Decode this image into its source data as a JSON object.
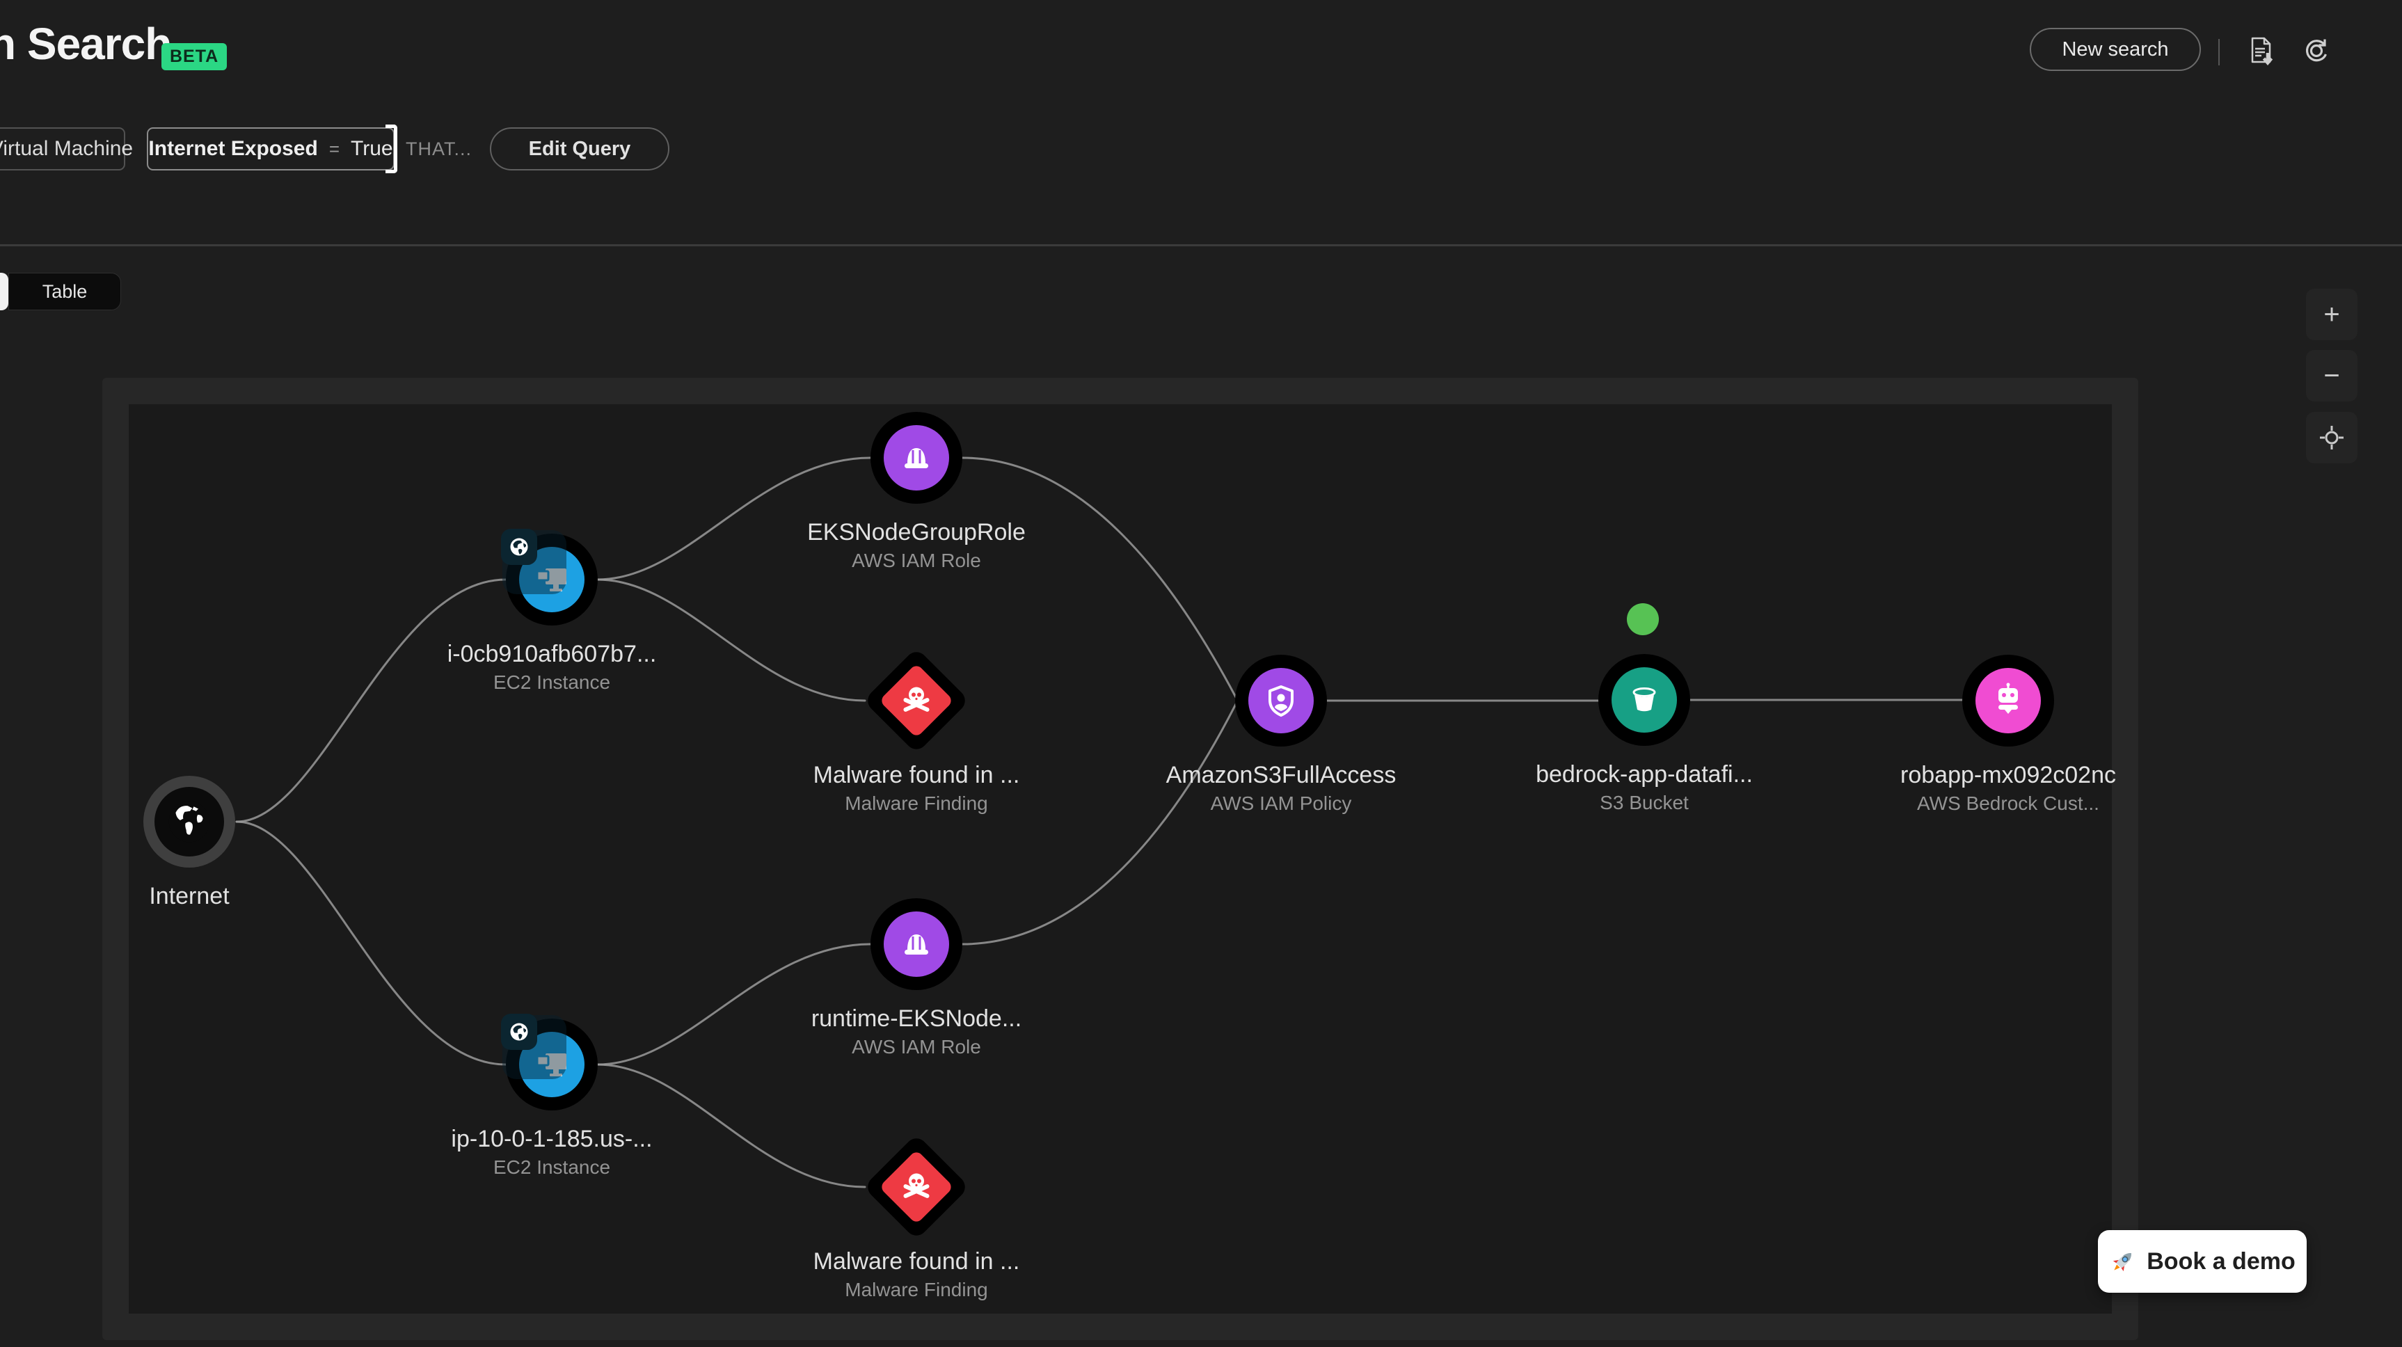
{
  "header": {
    "title_visible": "h Search",
    "beta_badge": "BETA",
    "new_search_label": "New search",
    "icons": [
      "document-export-icon",
      "refresh-icon"
    ]
  },
  "query_bar": {
    "resource_chip": "Virtual Machine",
    "filter_chip": {
      "field": "Internet Exposed",
      "operator": "=",
      "value": "True"
    },
    "that_label": "THAT...",
    "edit_query_label": "Edit Query"
  },
  "view_toggle": {
    "table_label": "Table"
  },
  "canvas_controls": {
    "zoom_in": "+",
    "zoom_out": "−",
    "fit_icon": "crosshair-icon"
  },
  "cta": {
    "book_demo_label": "Book a demo",
    "icon": "rocket-icon"
  },
  "colors": {
    "beta_badge": "#2bd784",
    "ec2_blue": "#1da1e3",
    "iam_purple": "#a04ae6",
    "malware_red": "#ee3a43",
    "s3_teal": "#17a085",
    "bedrock_pink": "#f04cd2",
    "status_green": "#57c254",
    "edge_gray": "#9b9b9b"
  },
  "graph": {
    "nodes": [
      {
        "label": "Internet",
        "sublabel": "",
        "type": "internet"
      },
      {
        "label": "i-0cb910afb607b7...",
        "sublabel": "EC2 Instance",
        "type": "ec2",
        "internet_exposed": true
      },
      {
        "label": "EKSNodeGroupRole",
        "sublabel": "AWS IAM Role",
        "type": "iam-role"
      },
      {
        "label": "Malware found in ...",
        "sublabel": "Malware Finding",
        "type": "malware-finding"
      },
      {
        "label": "runtime-EKSNode...",
        "sublabel": "AWS IAM Role",
        "type": "iam-role"
      },
      {
        "label": "ip-10-0-1-185.us-...",
        "sublabel": "EC2 Instance",
        "type": "ec2",
        "internet_exposed": true
      },
      {
        "label": "Malware found in ...",
        "sublabel": "Malware Finding",
        "type": "malware-finding"
      },
      {
        "label": "AmazonS3FullAccess",
        "sublabel": "AWS IAM Policy",
        "type": "iam-policy"
      },
      {
        "label": "bedrock-app-datafi...",
        "sublabel": "S3 Bucket",
        "type": "s3-bucket",
        "status_dot": "green"
      },
      {
        "label": "robapp-mx092c02nc",
        "sublabel": "AWS Bedrock Cust...",
        "type": "bedrock-custom-model"
      }
    ],
    "edges": [
      {
        "from": "Internet",
        "to": "i-0cb910afb607b7..."
      },
      {
        "from": "Internet",
        "to": "ip-10-0-1-185.us-..."
      },
      {
        "from": "i-0cb910afb607b7...",
        "to": "EKSNodeGroupRole"
      },
      {
        "from": "i-0cb910afb607b7...",
        "to": "Malware found in ..."
      },
      {
        "from": "ip-10-0-1-185.us-...",
        "to": "runtime-EKSNode..."
      },
      {
        "from": "ip-10-0-1-185.us-...",
        "to": "Malware found in ..."
      },
      {
        "from": "EKSNodeGroupRole",
        "to": "AmazonS3FullAccess"
      },
      {
        "from": "runtime-EKSNode...",
        "to": "AmazonS3FullAccess"
      },
      {
        "from": "AmazonS3FullAccess",
        "to": "bedrock-app-datafi..."
      },
      {
        "from": "bedrock-app-datafi...",
        "to": "robapp-mx092c02nc"
      }
    ]
  }
}
